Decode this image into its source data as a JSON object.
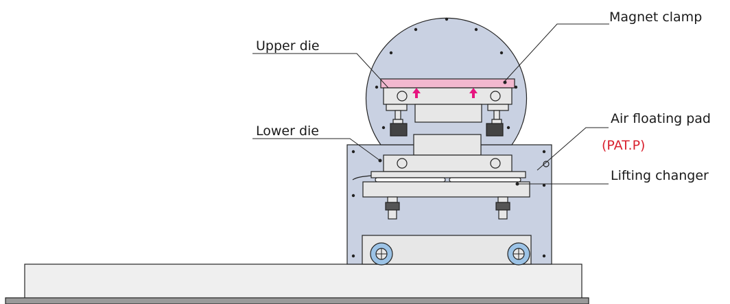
{
  "labels": {
    "magnet_clamp": "Magnet clamp",
    "upper_die": "Upper die",
    "lower_die": "Lower die",
    "air_floating_pad": "Air floating pad",
    "patent_pending": "(PAT.P)",
    "lifting_changer": "Lifting changer"
  },
  "colors": {
    "machine_fill": "#c9d1e2",
    "part_fill": "#e7e7e7",
    "outline": "#222222",
    "magnet_pink": "#f2b8cf",
    "arrow_magenta": "#e6147f",
    "patent_red": "#d9202e",
    "wheel_blue": "#9cc3e6"
  }
}
